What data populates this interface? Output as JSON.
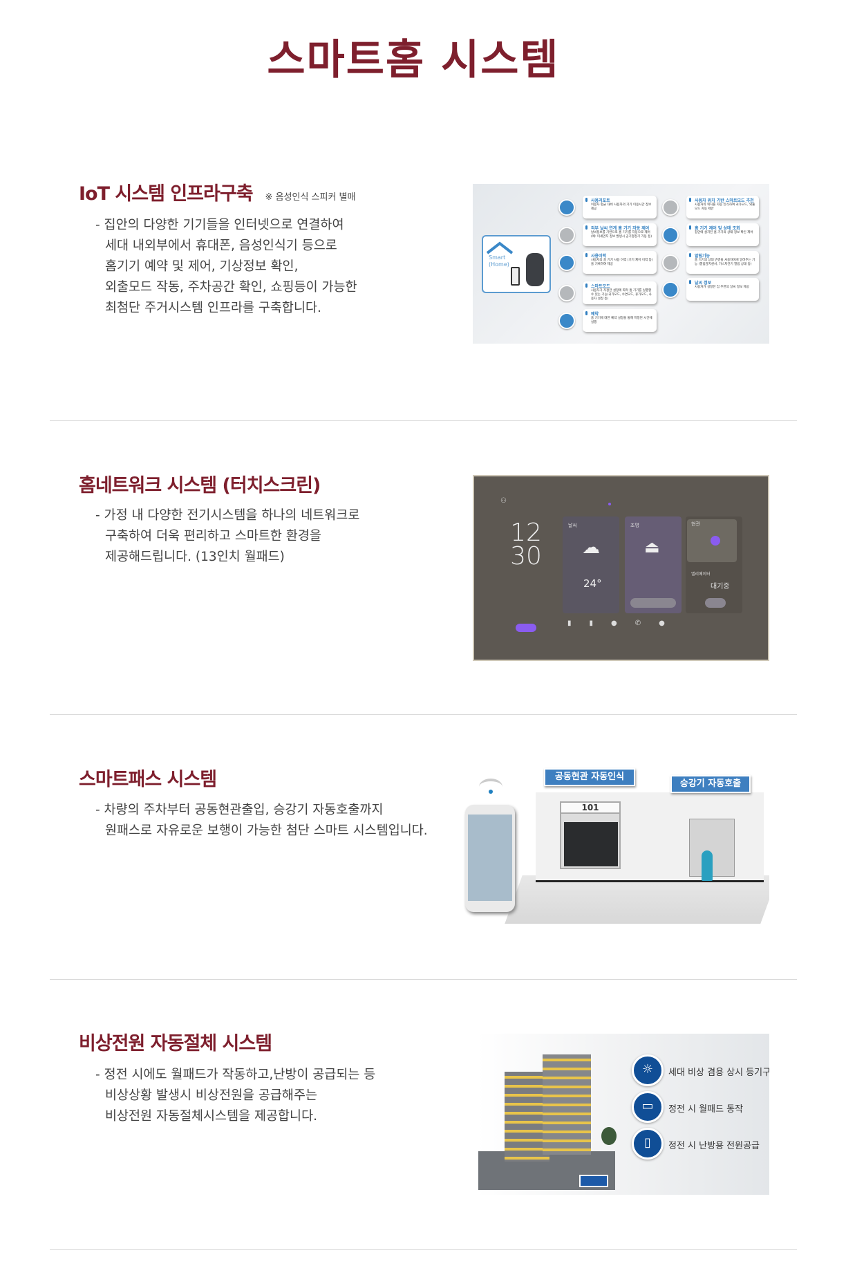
{
  "page": {
    "title": "스마트홈 시스템"
  },
  "sections": [
    {
      "heading": "IoT 시스템 인프라구축",
      "note": "※ 음성인식 스피커 별매",
      "lines": [
        "- 집안의 다양한 기기들을 인터넷으로 연결하여",
        "세대 내외부에서 휴대폰, 음성인식기 등으로",
        "홈기기 예약 및 제어, 기상정보 확인,",
        "외출모드 작동, 주차공간 확인, 쇼핑등이 가능한",
        "최첨단 주거시스템 인프라를 구축합니다."
      ]
    },
    {
      "heading": "홈네트워크 시스템 (터치스크린)",
      "lines": [
        "- 가정 내 다양한 전기시스템을 하나의 네트워크로",
        "구축하여 더욱 편리하고 스마트한 환경을",
        "제공해드립니다. (13인치 월패드)"
      ]
    },
    {
      "heading": "스마트패스 시스템",
      "lines": [
        "- 차량의 주차부터 공동현관출입, 승강기 자동호출까지",
        "원패스로 자유로운 보행이 가능한 첨단 스마트 시스템입니다."
      ]
    },
    {
      "heading": "비상전원 자동절체 시스템",
      "lines": [
        "- 정전 시에도 월패드가 작동하고,난방이 공급되는 등",
        "비상상황 발생시 비상전원을 공급해주는",
        "비상전원 자동절체시스템을 제공합니다."
      ]
    }
  ],
  "iot_image": {
    "home_label": "Smart (Home)",
    "features_left": [
      {
        "title": "사용리포트",
        "desc": "이용자 평균 대비 사용자의 기기 이용시간 정보 제공",
        "icon": "chart-icon"
      },
      {
        "title": "외부 날씨 연계 홈 기기 자동 제어",
        "desc": "날씨정보를 기반으로 홈 기기를 자동으로 제어 (예: 미세먼지 정보 발생시 공기청정기 가동 등)",
        "icon": "weather-icon"
      },
      {
        "title": "사용이력",
        "desc": "사용자의 홈 기기 사용 이력 (기기 제어 이력 등)을 기록하여 제공",
        "icon": "history-icon"
      },
      {
        "title": "스마트모드",
        "desc": "사용자가 지정한 설정에 따라 홈 기기를 실행할 수 있는 기능(귀가모드, 수면모드, 휴가모드, 사용자 설정 등)",
        "icon": "sun-icon"
      },
      {
        "title": "예약",
        "desc": "홈 기기에 대한 예약 설정을 통해 지정된 시간에 실행",
        "icon": "timer-icon"
      }
    ],
    "features_right": [
      {
        "title": "사용자 위치 기반 스마트모드 추천",
        "desc": "사용자의 위치를 자동 인식하여 귀가모드, 외출모드 자동 제안",
        "icon": "location-icon"
      },
      {
        "title": "홈 기기 제어 및 상태 조회",
        "desc": "집안에 설치된 홈 기기의 상태 정보 확인 제어",
        "icon": "screen-icon"
      },
      {
        "title": "알림기능",
        "desc": "홈 기기의 상태 변경을 사용자에게 알려주는 기능 (열림감지센서, 가스차단기 열림 상태 등)",
        "icon": "alarm-icon"
      },
      {
        "title": "날씨 정보",
        "desc": "사용자가 설정한 집 주변의 날씨 정보 제공",
        "icon": "cloud-icon"
      }
    ]
  },
  "wallpad_image": {
    "hour": "12",
    "minute": "30",
    "weather_label": "날씨",
    "temperature": "24°",
    "light_label": "조명",
    "entrance_label": "현관",
    "elevator_label": "엘리베이터",
    "elevator_status": "대기중",
    "accent": "#8a5cf0"
  },
  "smartpass_image": {
    "entrance_label": "공동현관 자동인식",
    "elevator_label": "승강기 자동호출",
    "door_number": "101",
    "label_color": "#3e7fc0"
  },
  "emergency_image": {
    "items": [
      {
        "label": "세대 비상 겸용 상시 등기구",
        "icon": "lamp-icon"
      },
      {
        "label": "정전 시 월패드 동작",
        "icon": "wallpad-icon"
      },
      {
        "label": "정전 시 난방용 전원공급",
        "icon": "heater-icon"
      }
    ],
    "icon_color": "#104e96"
  }
}
